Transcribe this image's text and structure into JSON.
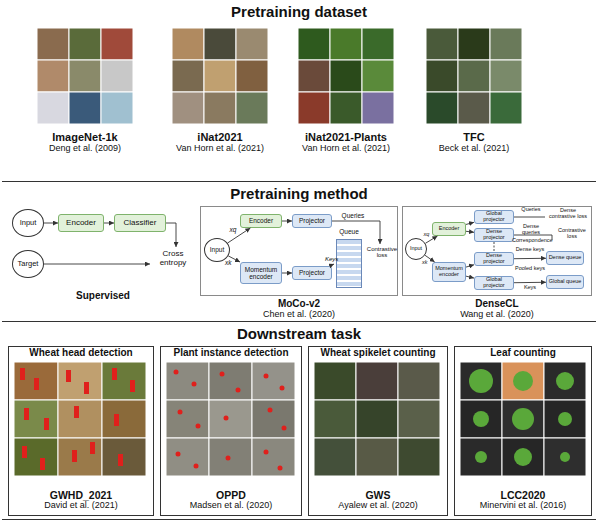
{
  "diagram": {
    "nodes": [
      {
        "text": [
          "Pretraining dataset"
        ]
      },
      {
        "text": [
          "ImageNet-1k",
          "Deng et al. (2009)"
        ],
        "in": 0
      },
      {
        "text": [
          "iNat2021",
          "Van Horn et al. (2021)"
        ],
        "in": 0
      },
      {
        "text": [
          "iNat2021-Plants",
          "Van Horn et al. (2021)"
        ],
        "in": 0
      },
      {
        "text": [
          "TFC",
          "Beck et al. (2021)"
        ],
        "in": 0
      },
      {
        "text": [
          "Pretraining method"
        ]
      },
      {
        "text": [
          "Supervised"
        ],
        "in": 5
      },
      {
        "text": [
          "Input"
        ],
        "in": 6
      },
      {
        "text": [
          "Encoder"
        ],
        "in": 6
      },
      {
        "text": [
          "Classifier"
        ],
        "in": 6
      },
      {
        "text": [
          "Target"
        ],
        "in": 6
      },
      {
        "text": [
          "MoCo-v2",
          "Chen et al. (2020)"
        ],
        "in": 5
      },
      {
        "text": [
          "Input"
        ],
        "in": 11
      },
      {
        "text": [
          "Encoder"
        ],
        "in": 11
      },
      {
        "text": [
          "Projector"
        ],
        "in": 11
      },
      {
        "text": [
          "Momentum encoder"
        ],
        "in": 11
      },
      {
        "text": [
          "Projector"
        ],
        "in": 11
      },
      {
        "text": [
          "Queue"
        ],
        "in": 11
      },
      {
        "text": [
          "DenseCL",
          "Wang et al. (2020)"
        ],
        "in": 5
      },
      {
        "text": [
          "Input"
        ],
        "in": 18
      },
      {
        "text": [
          "Encoder"
        ],
        "in": 18
      },
      {
        "text": [
          "Global projector"
        ],
        "in": 18
      },
      {
        "text": [
          "Dense projector"
        ],
        "in": 18
      },
      {
        "text": [
          "Momentum encoder"
        ],
        "in": 18
      },
      {
        "text": [
          "Dense projector"
        ],
        "in": 18
      },
      {
        "text": [
          "Global projector"
        ],
        "in": 18
      },
      {
        "text": [
          "Dense queue"
        ],
        "in": 18
      },
      {
        "text": [
          "Global queue"
        ],
        "in": 18
      },
      {
        "text": [
          "Downstream task"
        ]
      },
      {
        "text": [
          "Wheat head detection",
          "GWHD_2021",
          "David et al. (2021)"
        ],
        "in": 28
      },
      {
        "text": [
          "Plant instance detection",
          "OPPD",
          "Madsen et al. (2020)"
        ],
        "in": 28
      },
      {
        "text": [
          "Wheat spikelet counting",
          "GWS",
          "Ayalew et al. (2020)"
        ],
        "in": 28
      },
      {
        "text": [
          "Leaf counting",
          "LCC2020",
          "Minervini et al. (2016)"
        ],
        "in": 28
      }
    ],
    "edges": [
      {
        "from": 7,
        "to": 8,
        "arrow": "to"
      },
      {
        "from": 8,
        "to": 9,
        "arrow": "to"
      },
      {
        "from": 12,
        "to": 13,
        "label": "xq",
        "arrow": "to"
      },
      {
        "from": 12,
        "to": 15,
        "label": "xk",
        "arrow": "to"
      },
      {
        "from": 13,
        "to": 14,
        "arrow": "to"
      },
      {
        "from": 15,
        "to": 16,
        "arrow": "to"
      },
      {
        "from": 16,
        "to": 17,
        "label": "Keys",
        "arrow": "to"
      },
      {
        "from": 19,
        "to": 20,
        "label": "xq",
        "arrow": "to"
      },
      {
        "from": 19,
        "to": 23,
        "label": "xk",
        "arrow": "to"
      },
      {
        "from": 20,
        "to": 21,
        "arrow": "to"
      },
      {
        "from": 20,
        "to": 22,
        "arrow": "to"
      },
      {
        "from": 23,
        "to": 24,
        "arrow": "to"
      },
      {
        "from": 23,
        "to": 25,
        "arrow": "to"
      },
      {
        "from": 24,
        "to": 26,
        "arrow": "to"
      },
      {
        "from": 25,
        "to": 27,
        "arrow": "to"
      }
    ],
    "labels": [
      "Cross entropy",
      "Queries",
      "Contrastive loss",
      "Queries",
      "Dense queries",
      "Dense contrastive loss",
      "Correspondence",
      "Dense keys",
      "Pooled keys",
      "Keys",
      "Contrastive loss"
    ]
  }
}
